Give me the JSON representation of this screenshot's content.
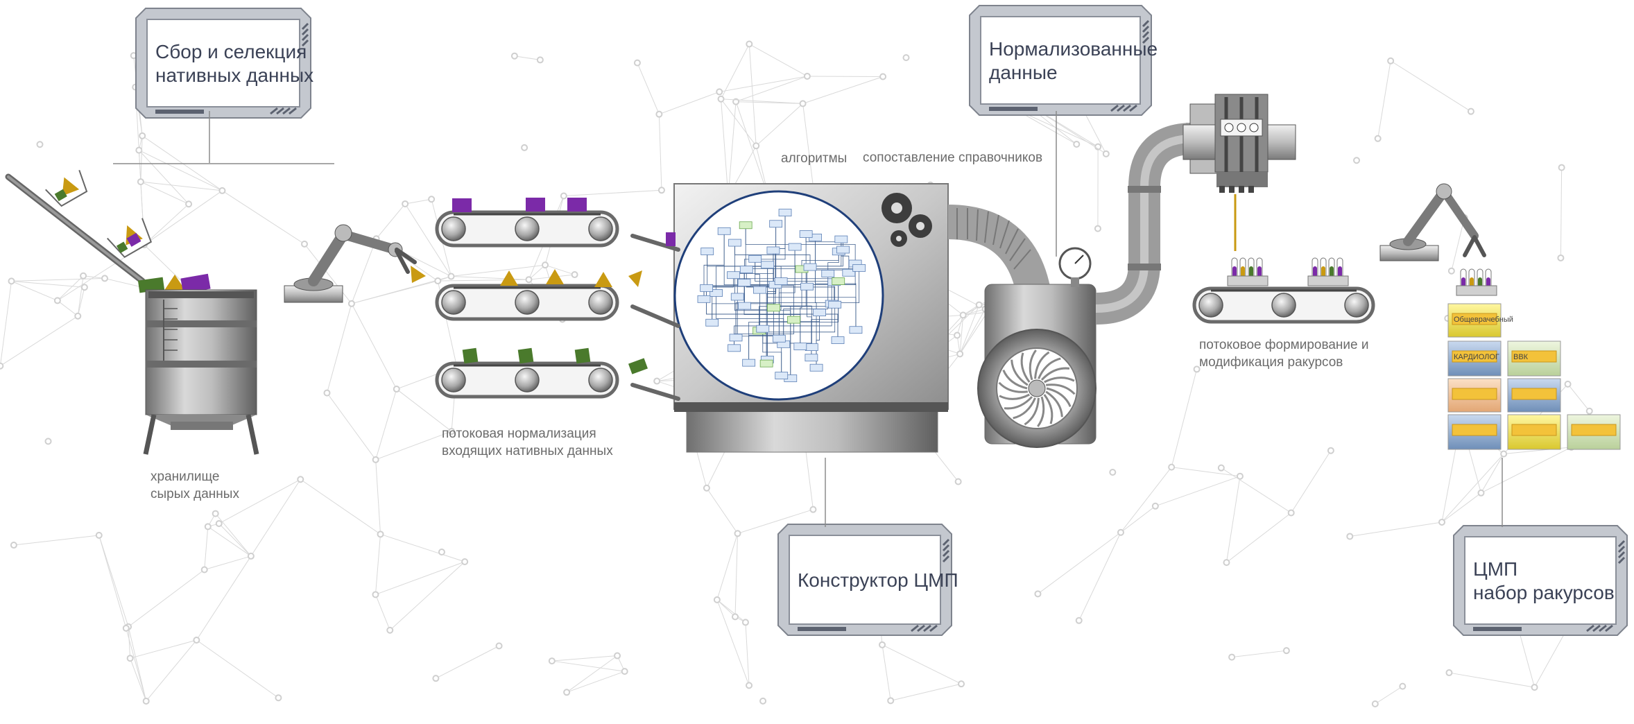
{
  "frames": {
    "collection": [
      "Сбор и селекция",
      "нативных данных"
    ],
    "normalized": [
      "Нормализованные",
      "данные"
    ],
    "constructor": [
      "Конструктор ЦМП"
    ],
    "viewpoints": [
      "ЦМП",
      "набор ракурсов"
    ]
  },
  "captions": {
    "raw_storage": [
      "хранилище",
      "сырых данных"
    ],
    "stream_normalization": [
      "потоковая нормализация",
      "входящих нативных данных"
    ],
    "algorithms": "алгоритмы",
    "reference_matching": "сопоставление справочников",
    "stream_formation": [
      "потоковое формирование и",
      "модификация ракурсов"
    ]
  },
  "cards": {
    "general": "Общеврачебный",
    "cardiologist": "КАРДИОЛОГ",
    "vvk": "ВВК"
  },
  "colors": {
    "purple": "#7b2aa8",
    "gold": "#c99a12",
    "green": "#4a7a2c",
    "frame_border": "#8a8f99",
    "frame_text": "#3b4256",
    "lens_border": "#1f3f7a",
    "metal": "#9a9a9a"
  }
}
